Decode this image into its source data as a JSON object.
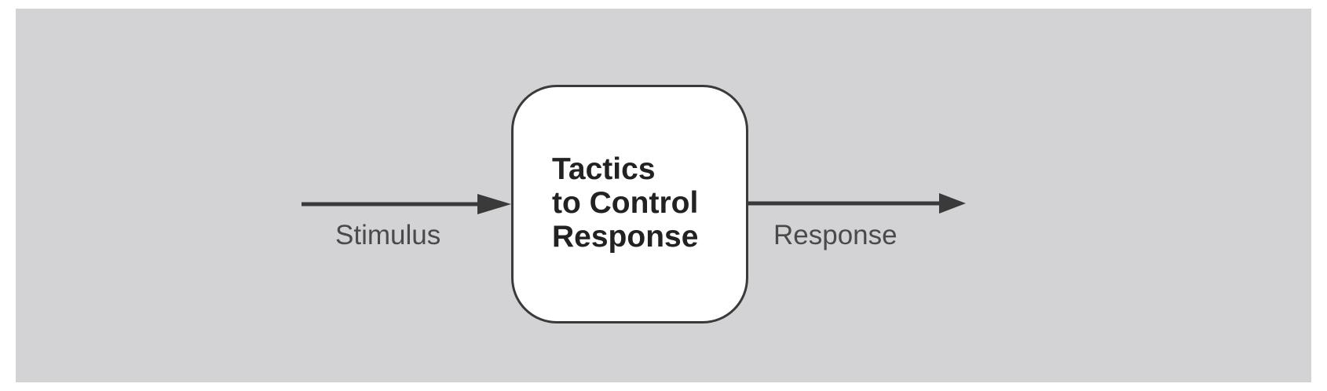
{
  "diagram": {
    "node": {
      "title_lines": [
        "Tactics",
        "to Control",
        "Response"
      ]
    },
    "input_edge": {
      "label": "Stimulus"
    },
    "output_edge": {
      "label": "Response"
    },
    "colors": {
      "background": "#d3d3d5",
      "box_fill": "#ffffff",
      "stroke": "#3a3a3a",
      "title_text": "#222222",
      "label_text": "#4a4a4a"
    }
  }
}
